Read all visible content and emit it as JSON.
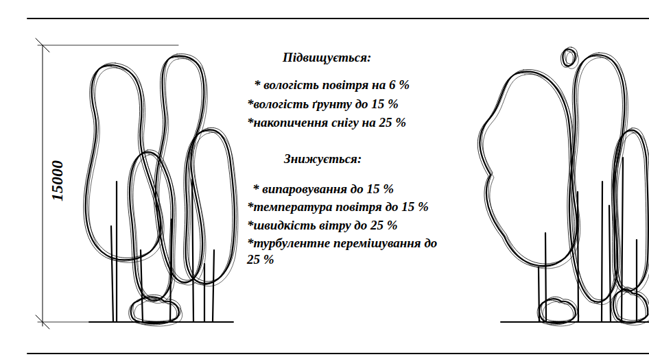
{
  "diagram": {
    "labels": [
      "15000",
      "Підвищується:",
      "* вологість повітря на 6  %",
      "*вологість ґрунту до 15 %",
      "*накопичення снігу на 25 %",
      "Знижується:",
      "* випаровування до 15 %",
      "*температура повітря до 15 %",
      "*швидкість вітру до 25 %",
      "*турбулентне перемішування до 25 %"
    ]
  }
}
